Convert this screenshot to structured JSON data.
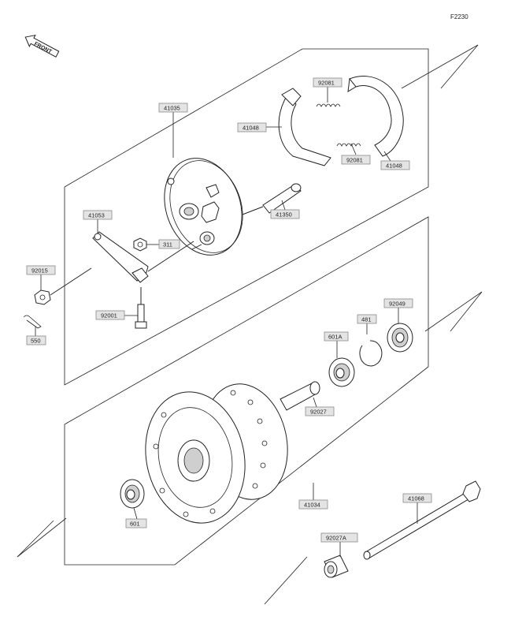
{
  "figure_code": "F2230",
  "front_label": "FRONT",
  "parts": {
    "brake_panel": "41035",
    "brake_shoe_left": "41048",
    "brake_shoe_right": "41048",
    "spring_top": "92081",
    "spring_bottom": "92081",
    "cam_shaft": "41350",
    "lever": "41053",
    "nut_lever": "311",
    "nut_large": "92015",
    "cotter_pin": "550",
    "bolt": "92001",
    "oil_seal": "92049",
    "circlip": "481",
    "bearing_right": "601A",
    "collar_hub": "92027",
    "hub": "41034",
    "axle": "41068",
    "bearing_left": "601",
    "collar": "92027A"
  }
}
